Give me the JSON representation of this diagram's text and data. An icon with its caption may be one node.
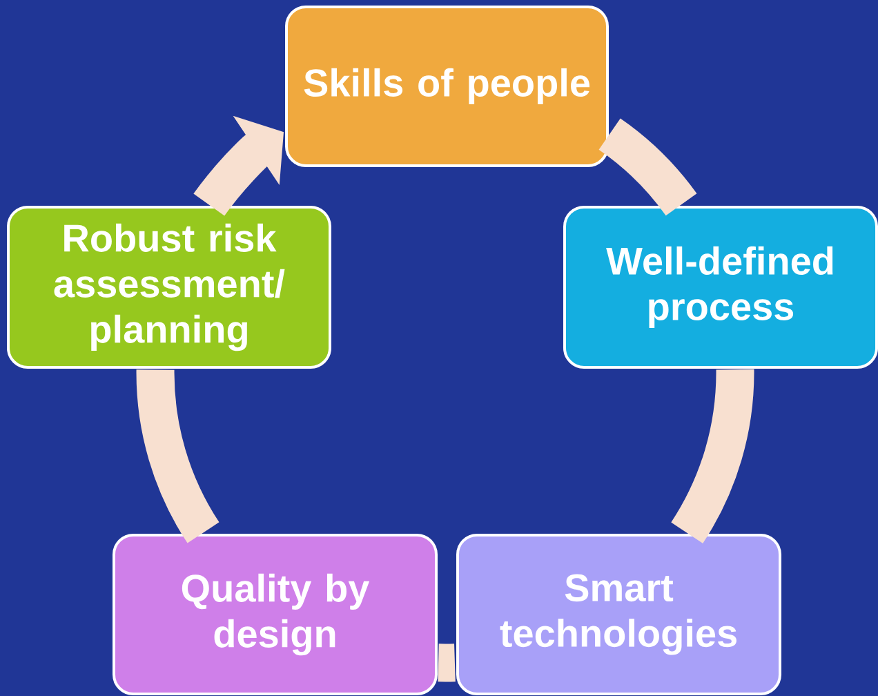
{
  "diagram": {
    "nodes": [
      {
        "text": [
          "Skills of people"
        ]
      },
      {
        "text": [
          "Well-defined process"
        ]
      },
      {
        "text": [
          "Smart technologies"
        ]
      },
      {
        "text": [
          "Quality by design"
        ]
      },
      {
        "text": [
          "Robust risk assessment/ planning"
        ]
      }
    ],
    "edges": [
      {
        "from": 0,
        "to": 1,
        "arrow": "none"
      },
      {
        "from": 1,
        "to": 2,
        "arrow": "none"
      },
      {
        "from": 2,
        "to": 3,
        "arrow": "none"
      },
      {
        "from": 3,
        "to": 4,
        "arrow": "none"
      },
      {
        "from": 4,
        "to": 0,
        "arrow": "to"
      }
    ]
  }
}
